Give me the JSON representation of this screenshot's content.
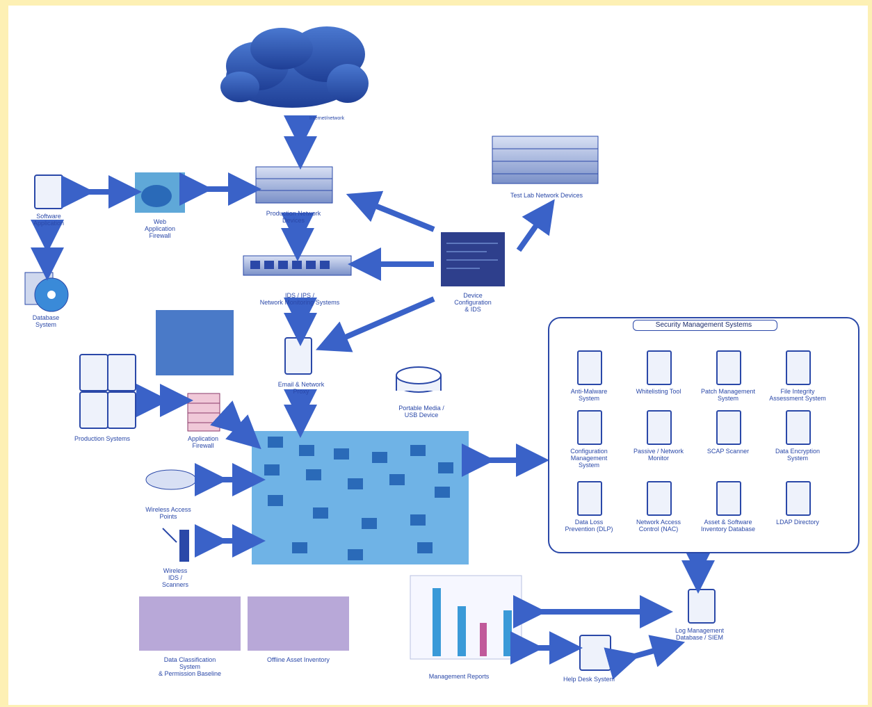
{
  "labels": {
    "internet": "Internet/network",
    "test_lab": "Test Lab Network Devices",
    "production_network": "Production Network\nDevices",
    "web_app_firewall": "Web\nApplication\nFirewall",
    "software_app": "Software\nApplication",
    "database_system": "Database\nSystem",
    "ids_ips": "IDS / IPS /\nNetwork Monitoring Systems",
    "device_config": "Device\nConfiguration\n& IDS",
    "email_proxy": "Email  & Network\nProxy",
    "portable_media": "Portable Media     /\nUSB Device",
    "production_systems": "Production Systems",
    "app_firewall": "Application\nFirewall",
    "wireless_ap": "Wireless Access\nPoints",
    "wireless_ids": "Wireless\nIDS /\nScanners",
    "data_classification": "Data Classification\nSystem\n& Permission Baseline",
    "offline_inventory": "Offline Asset Inventory",
    "management_reports": "Management Reports",
    "help_desk": "Help Desk System",
    "log_management": "Log Management\nDatabase     / SIEM"
  },
  "security_box": {
    "title": "Security Management Systems",
    "items": [
      "Anti-Malware\nSystem",
      "Whitelisting Tool",
      "Patch Management\nSystem",
      "File Integrity\nAssessment System",
      "Configuration\nManagement\nSystem",
      "Passive  / Network\nMonitor",
      "SCAP Scanner",
      "Data Encryption\nSystem",
      "Data Loss\nPrevention   (DLP)",
      "Network Access\nControl   (NAC)",
      "Asset  & Software\nInventory Database",
      "LDAP Directory"
    ]
  },
  "colors": {
    "background": "#fdf0b4",
    "accent": "#3a62c8",
    "text": "#2a48a8"
  }
}
